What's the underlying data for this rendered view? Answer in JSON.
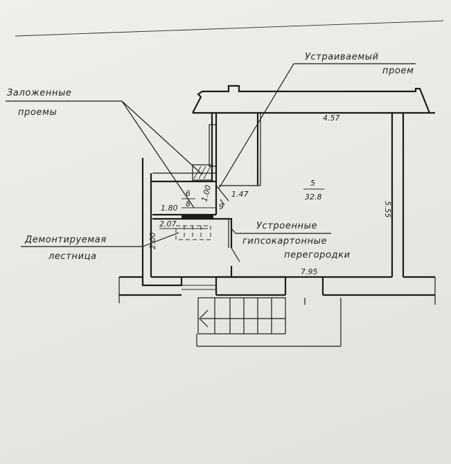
{
  "annotations": {
    "opened_opening_line1": "Устраиваемый",
    "opened_opening_line2": "проем",
    "blocked_openings_line1": "Заложенные",
    "blocked_openings_line2": "проемы",
    "demolished_stair_line1": "Демонтируемая",
    "demolished_stair_line2": "лестница",
    "partitions_line1": "Устроенные",
    "partitions_line2": "гипсокартонные",
    "partitions_line3": "перегородки"
  },
  "dimensions": {
    "top_width": "4.57",
    "right_height": "5.55",
    "bottom_width": "7.95",
    "small_width": "1.47",
    "stair_width": "1.80",
    "stair_length": "2.07",
    "left_height": "2.00",
    "vestibule_width": "1.00"
  },
  "rooms": {
    "room5_number": "5",
    "room5_area": "32.8",
    "room6_number": "6",
    "room6_area": "8",
    "room9_number": "9"
  }
}
